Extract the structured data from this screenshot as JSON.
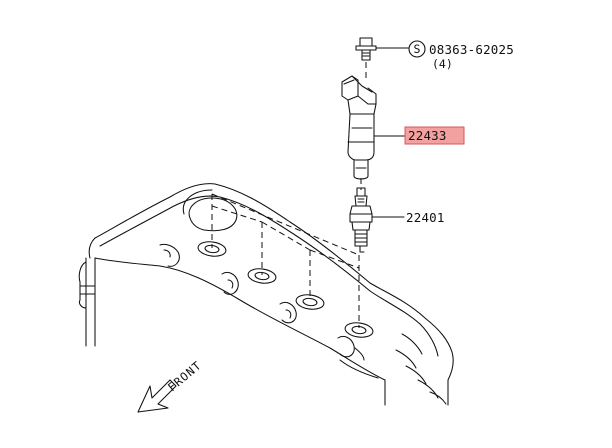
{
  "diagram": {
    "parts": [
      {
        "id": "bolt",
        "number": "08363-62025",
        "quantity": "(4)",
        "symbol": "S",
        "highlighted": false
      },
      {
        "id": "ignition-coil",
        "number": "22433",
        "highlighted": true
      },
      {
        "id": "spark-plug",
        "number": "22401",
        "highlighted": false
      }
    ],
    "direction_label": "FRONT",
    "colors": {
      "line": "#111111",
      "highlight_fill": "#f2a0a0",
      "highlight_border": "#d45a5a",
      "background": "#ffffff"
    }
  }
}
